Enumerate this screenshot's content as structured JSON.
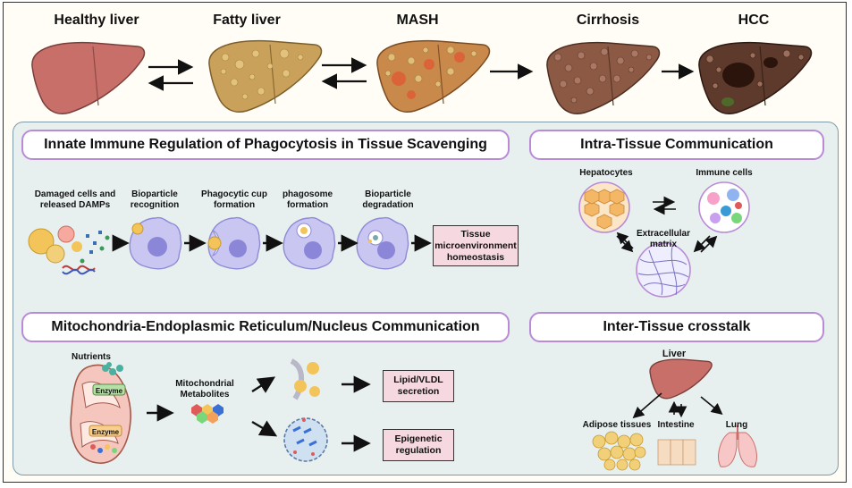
{
  "stages": [
    "Healthy liver",
    "Fatty liver",
    "MASH",
    "Cirrhosis",
    "HCC"
  ],
  "colors": {
    "healthy": "#c96f6a",
    "fatty": "#c9a15a",
    "mash": "#c9894a",
    "cirrhosis": "#8c5a44",
    "hcc": "#5e3a2c",
    "pill_border": "#b98bd6",
    "panel_bg": "#e8f0ef",
    "box_bg": "#f6d9e0",
    "cell": "#b7b3ec"
  },
  "phagocytosis": {
    "title": "Innate Immune Regulation of Phagocytosis in Tissue Scavenging",
    "steps": [
      "Damaged cells and released DAMPs",
      "Bioparticle recognition",
      "Phagocytic cup formation",
      "phagosome formation",
      "Bioparticle degradation"
    ],
    "outcome": "Tissue microenvironment homeostasis"
  },
  "intra": {
    "title": "Intra-Tissue Communication",
    "hepatocytes": "Hepatocytes",
    "immune": "Immune cells",
    "matrix": "Extracellular matrix"
  },
  "mito": {
    "title": "Mitochondria-Endoplasmic Reticulum/Nucleus Communication",
    "nutrients": "Nutrients",
    "enzyme1": "Enzyme",
    "enzyme2": "Enzyme",
    "metabolites": "Mitochondrial Metabolites",
    "lipid": "Lipid/VLDL secretion",
    "epigenetic": "Epigenetic regulation"
  },
  "inter": {
    "title": "Inter-Tissue crosstalk",
    "liver": "Liver",
    "adipose": "Adipose tissues",
    "intestine": "Intestine",
    "lung": "Lung"
  }
}
